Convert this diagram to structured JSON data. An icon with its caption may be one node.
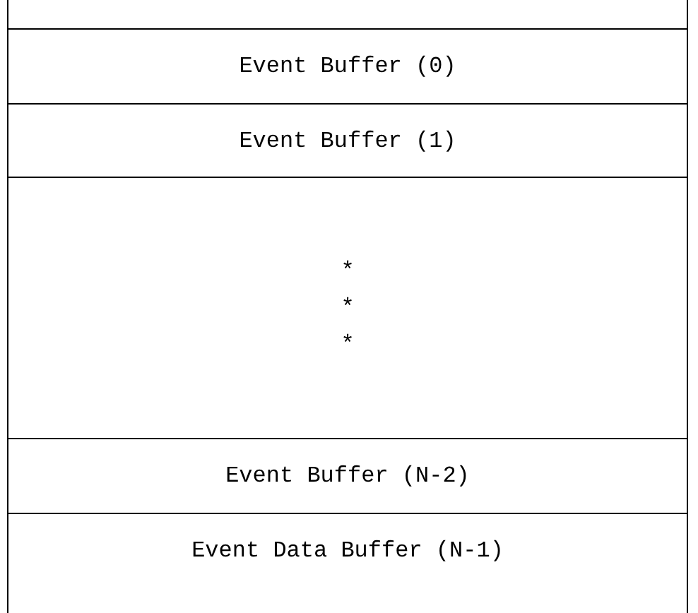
{
  "diagram": {
    "nodes": [
      {
        "text": [
          "Event Buffer (0)"
        ]
      },
      {
        "text": [
          "Event Buffer (1)"
        ]
      },
      {
        "text": [
          "* * *"
        ]
      },
      {
        "text": [
          "Event Buffer (N-2)"
        ]
      },
      {
        "text": [
          "Event Data Buffer (N-1)"
        ]
      }
    ]
  }
}
